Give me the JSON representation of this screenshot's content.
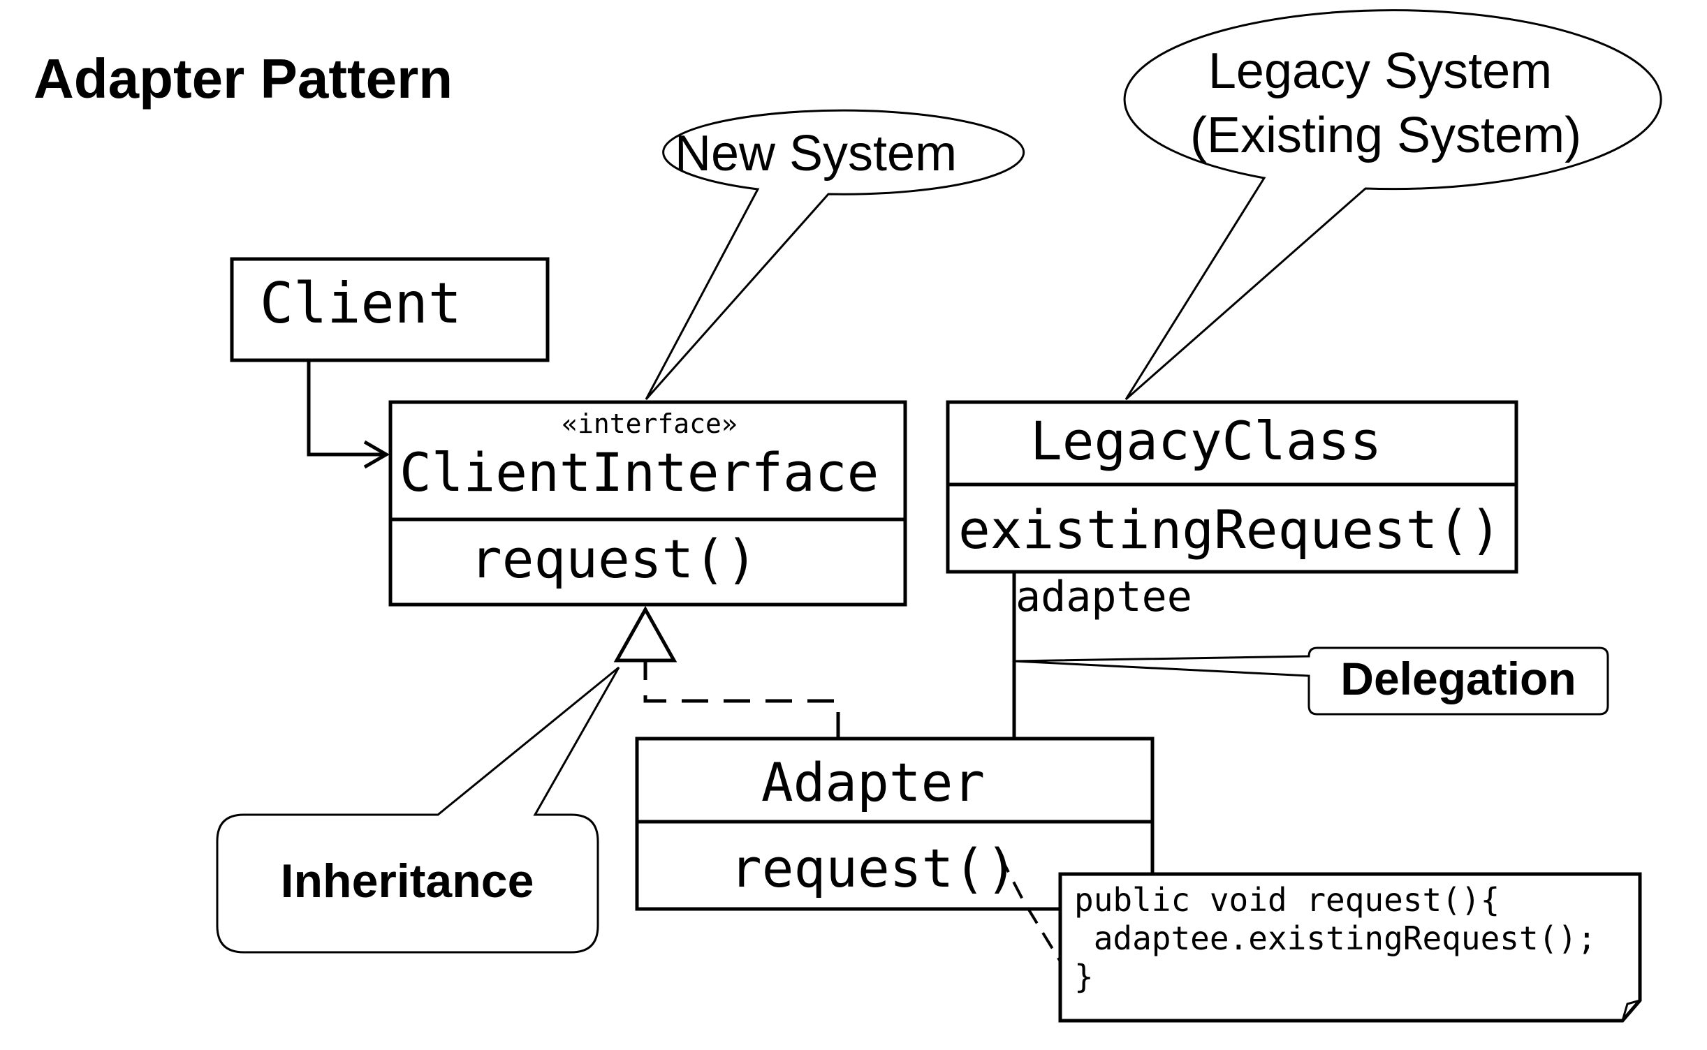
{
  "title": "Adapter Pattern",
  "callouts": {
    "new_system": "New System",
    "legacy_line1": "Legacy System",
    "legacy_line2": "(Existing System)",
    "inheritance": "Inheritance",
    "delegation": "Delegation"
  },
  "classes": {
    "client": {
      "name": "Client"
    },
    "client_interface": {
      "stereotype": "«interface»",
      "name": "ClientInterface",
      "method": "request()"
    },
    "legacy_class": {
      "name": "LegacyClass",
      "method": "existingRequest()"
    },
    "adapter": {
      "name": "Adapter",
      "method": "request()"
    }
  },
  "association_role": "adaptee",
  "note_code": {
    "line1": "public void request(){",
    "line2": " adaptee.existingRequest();",
    "line3": "}"
  },
  "colors": {
    "adapter_name": "#e0363f"
  }
}
